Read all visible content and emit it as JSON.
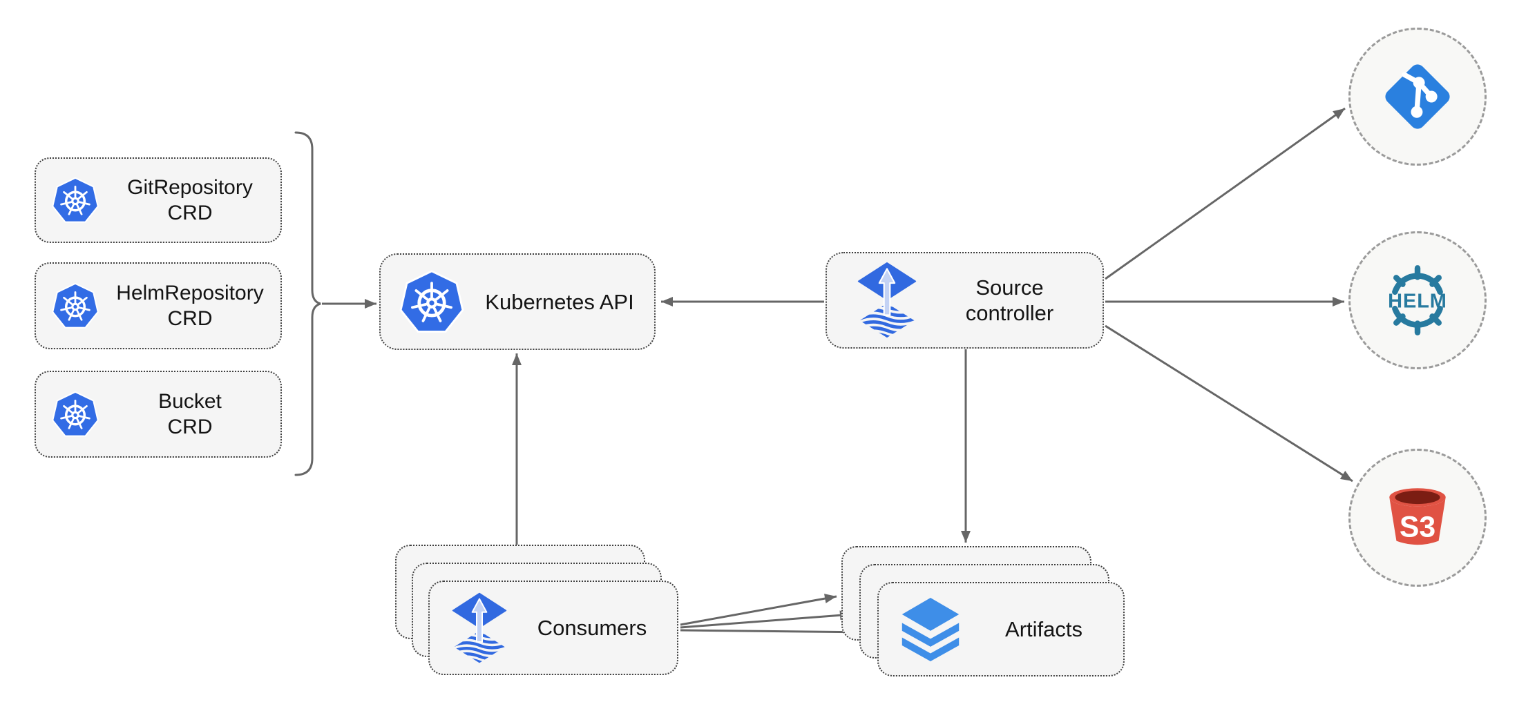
{
  "colors": {
    "background": "#ffffff",
    "line": "#666666",
    "text": "#141414",
    "box_fill": "#f5f5f5",
    "box_border": "#3f3f3f",
    "circle_fill": "#f8f8f6",
    "circle_border": "#9b9b9b",
    "kubernetes_blue": "#326ce5",
    "flux_blue": "#3169e0",
    "flux_arrow": "#c3d2f4",
    "git_blue": "#2a80df",
    "helm_teal": "#277a9f",
    "s3_red": "#e05243",
    "s3_dark": "#7b1d13",
    "layers_blue": "#3e8ee8"
  },
  "nodes": {
    "crd": [
      {
        "line1": "GitRepository",
        "line2": "CRD"
      },
      {
        "line1": "HelmRepository",
        "line2": "CRD"
      },
      {
        "line1": "Bucket",
        "line2": "CRD"
      }
    ],
    "kubernetes_api": {
      "label": "Kubernetes API"
    },
    "source_controller": {
      "line1": "Source",
      "line2": "controller"
    },
    "consumers": {
      "label": "Consumers"
    },
    "artifacts": {
      "label": "Artifacts"
    },
    "git_remote": {
      "icon": "git-icon"
    },
    "helm_remote": {
      "label": "HELM"
    },
    "s3_remote": {
      "label": "S3"
    }
  }
}
